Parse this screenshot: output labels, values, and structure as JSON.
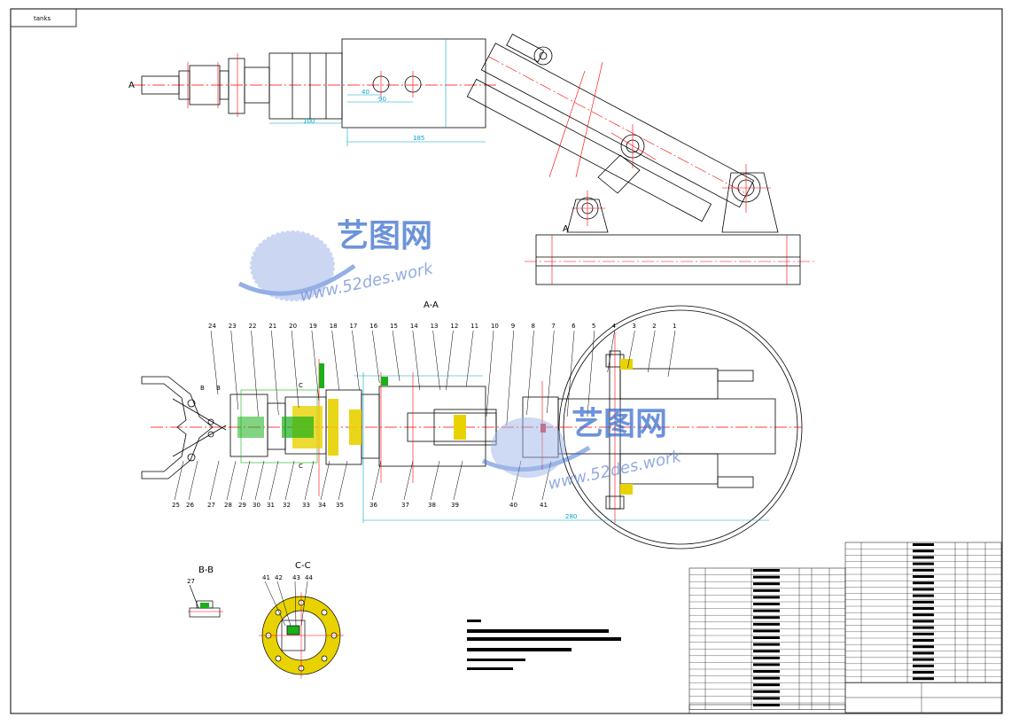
{
  "sheet": {
    "code_box": "tanks",
    "section_aa": "A-A",
    "section_bb": "B-B",
    "section_cc": "C-C",
    "label_a_top": "A",
    "label_a_bottom": "A",
    "label_c_top": "C",
    "label_c_bottom": "C",
    "label_b1": "B",
    "label_b2": "B"
  },
  "dimensions": {
    "d1": "100",
    "d2": "185",
    "d3": "40",
    "d4": "90",
    "d5": "280"
  },
  "part_numbers_top": [
    "24",
    "23",
    "22",
    "21",
    "20",
    "19",
    "18",
    "17",
    "16",
    "15",
    "14",
    "13",
    "12",
    "11",
    "10",
    "9",
    "8",
    "7",
    "6",
    "5",
    "4",
    "3",
    "2",
    "1"
  ],
  "part_numbers_bottom": [
    "25",
    "26",
    "27",
    "28",
    "29",
    "30",
    "31",
    "32",
    "33",
    "34",
    "35",
    "36",
    "37",
    "38",
    "39",
    "40",
    "41"
  ],
  "bb_label": "27",
  "cc_labels": [
    "41",
    "42",
    "43",
    "44"
  ],
  "watermark": {
    "cn": "艺图网",
    "url1": "www.52des.work",
    "url2": "www.52des.work"
  },
  "icons": {
    "logo": "globe-logo-icon"
  },
  "colors": {
    "outline": "#000000",
    "centerline": "#ff0000",
    "dimension": "#00a6c8",
    "hatch_yellow": "#e8d200",
    "hatch_green": "#1ab01a",
    "hatch_red": "#e03030",
    "watermark": "#3b6fd0"
  }
}
